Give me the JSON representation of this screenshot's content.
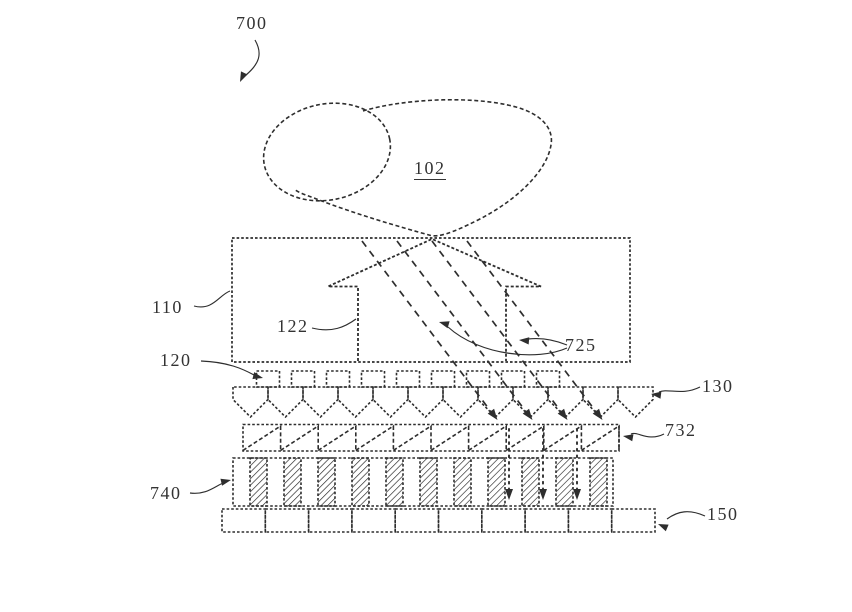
{
  "figure": {
    "refs": {
      "r700": "700",
      "r102": "102",
      "r110": "110",
      "r122": "122",
      "r725": "725",
      "r120": "120",
      "r130": "130",
      "r732": "732",
      "r740": "740",
      "r150": "150"
    },
    "colors": {
      "ink": "#2e2e2e",
      "text": "#333333",
      "background": "#ffffff"
    },
    "elements": {
      "microlens_square_count": 9,
      "lens_pentagon_count": 12,
      "prism_tooth_count": 10,
      "aperture_stripe_count": 11,
      "sensor_cell_count": 10,
      "slant_ray_count": 4,
      "vertical_ray_count": 3
    }
  }
}
